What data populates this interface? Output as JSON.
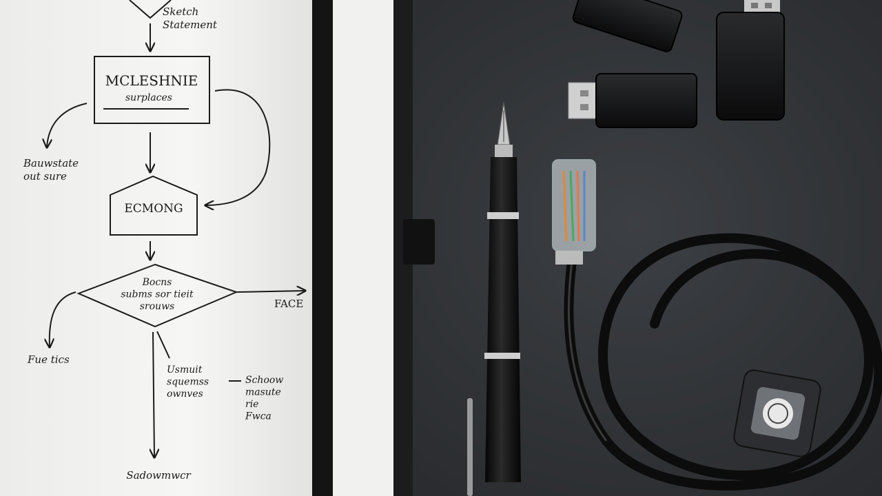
{
  "scene": {
    "background_color": "#2b2d30",
    "paper_color": "#f4f4f2",
    "ink_color": "#1a1a1a"
  },
  "notebook": {
    "flowchart": {
      "top_note": "Sketch\nStatement",
      "box1_title": "MCLESHNIE",
      "box1_sub": "surplaces",
      "left_note1": "Bauwstate\nout sure",
      "box2_label": "ECMONG",
      "diamond_text": "Bocns\nsubms sor tieit\nsrouws",
      "right_label": "FACE",
      "left_note2": "Fue tics",
      "center_note": "Usmuit\nsquemss\nownves",
      "right_note": "Schoow\nmasute\nrie\nFwca",
      "bottom_label": "Sadowmwcr"
    }
  },
  "objects": {
    "items": [
      "usb-drive",
      "usb-drive",
      "usb-drive",
      "fountain-pen",
      "ethernet-cable",
      "keycap"
    ]
  }
}
